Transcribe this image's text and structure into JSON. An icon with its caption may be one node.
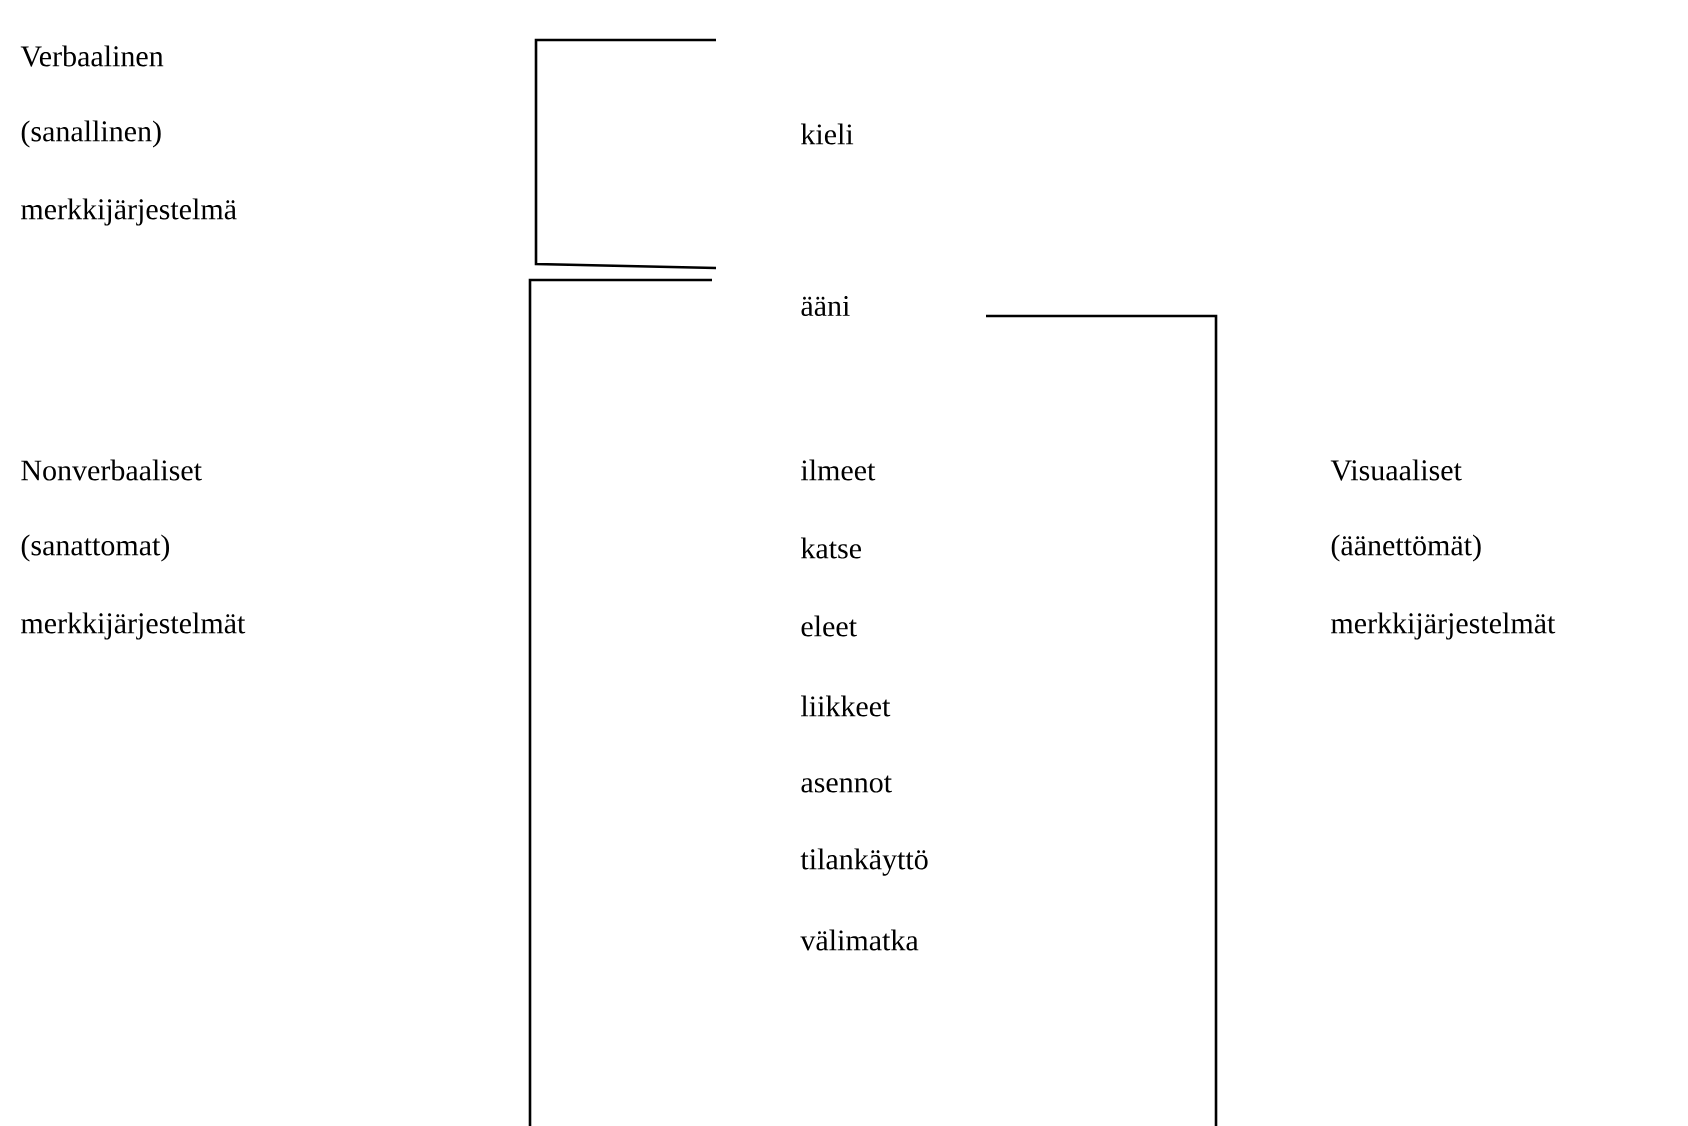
{
  "diagram": {
    "labels": [
      "Verbaalinen",
      "(sanallinen)",
      "kieli",
      "merkkijärjestelmä",
      "ääni",
      "Nonverbaaliset",
      "ilmeet",
      "Visuaaliset",
      "(sanattomat)",
      "katse",
      "(äänettömät)",
      "merkkijärjestelmät",
      "eleet",
      "merkkijärjestelmät",
      "liikkeet",
      "asennot",
      "tilankäyttö",
      "välimatka"
    ]
  }
}
